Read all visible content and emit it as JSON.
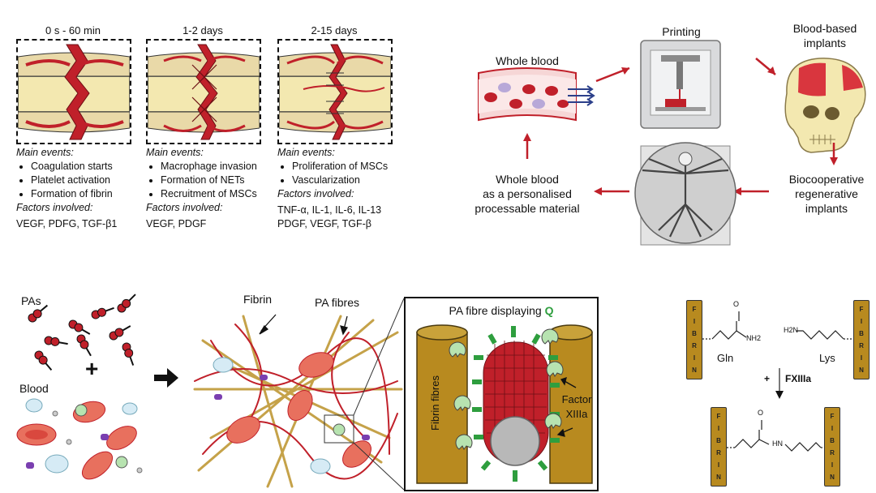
{
  "stages": [
    {
      "title": "0 s - 60 min",
      "events_heading": "Main events:",
      "events": [
        "Coagulation starts",
        "Platelet activation",
        "Formation of fibrin"
      ],
      "factors_heading": "Factors involved:",
      "factors": "VEGF, PDFG, TGF-β1"
    },
    {
      "title": "1-2 days",
      "events_heading": "Main events:",
      "events": [
        "Macrophage invasion",
        "Formation of NETs",
        "Recruitment of MSCs"
      ],
      "factors_heading": "Factors involved:",
      "factors": "VEGF, PDGF"
    },
    {
      "title": "2-15 days",
      "events_heading": "Main events:",
      "events": [
        "Proliferation of MSCs",
        "Vascularization"
      ],
      "factors_heading": "Factors involved:",
      "factors": "TNF-α, IL-1, IL-6, IL-13",
      "factors2": "PDGF, VEGF, TGF-β"
    }
  ],
  "cycle": {
    "whole_blood": "Whole blood",
    "printing": "Printing",
    "implants_line1": "Blood-based",
    "implants_line2": "implants",
    "bio_line1": "Biocooperative",
    "bio_line2": "regenerative",
    "bio_line3": "implants",
    "material_line1": "Whole blood",
    "material_line2": "as a personalised",
    "material_line3": "processable material"
  },
  "assembly": {
    "pas": "PAs",
    "plus": "+",
    "blood": "Blood",
    "fibrin": "Fibrin",
    "pa_fibres": "PA fibres",
    "inset_title": "PA fibre displaying ",
    "inset_q": "Q",
    "fibrin_fibres": "Fibrin fibres",
    "factor_line1": "Factor",
    "factor_line2": "XIIIa"
  },
  "reaction": {
    "fibrin_letters": [
      "F",
      "I",
      "B",
      "R",
      "I",
      "N"
    ],
    "gln": "Gln",
    "lys": "Lys",
    "nh2": "NH2",
    "h2n": "H2N",
    "o": "O",
    "hn": "HN",
    "enzyme_plus": "+",
    "enzyme": "FXIIIa"
  },
  "colors": {
    "blood_red": "#c0202a",
    "fibrin_gold": "#b88a1f",
    "bone": "#f3e8b0",
    "q_green": "#2e9e3e",
    "arrow_red": "#c0202a"
  }
}
